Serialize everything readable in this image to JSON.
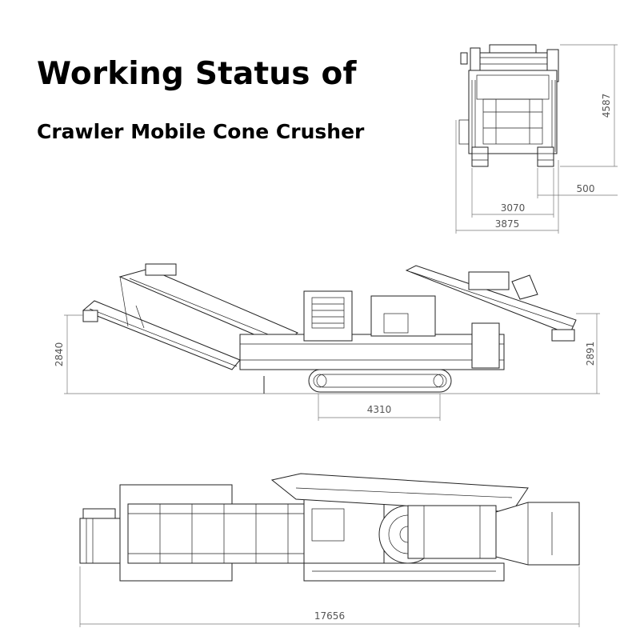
{
  "title": {
    "line1": "Working Status of",
    "line2": "Crawler Mobile Cone Crusher"
  },
  "dimensions": {
    "front_height": "4587",
    "front_offset": "500",
    "front_track_width": "3070",
    "front_total_width": "3875",
    "side_left_height": "2840",
    "side_right_height": "2891",
    "side_track_length": "4310",
    "top_total_length": "17656"
  }
}
